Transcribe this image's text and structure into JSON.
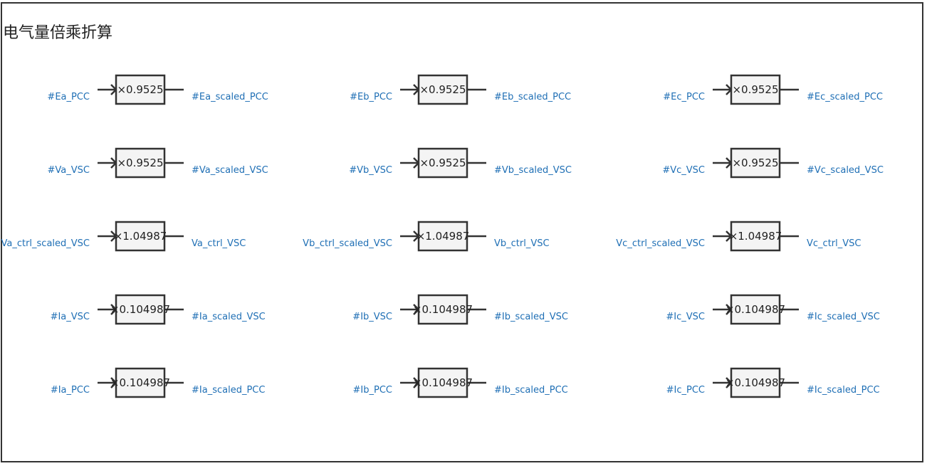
{
  "title": "电气量倍乘折算",
  "colors": {
    "signal": "#1f6fb5",
    "line": "#333333",
    "box_fill": "#f4f4f4"
  },
  "blocks": [
    {
      "input": "#Ea_PCC",
      "gain": "×0.9525",
      "output": "#Ea_scaled_PCC"
    },
    {
      "input": "#Eb_PCC",
      "gain": "×0.9525",
      "output": "#Eb_scaled_PCC"
    },
    {
      "input": "#Ec_PCC",
      "gain": "×0.9525",
      "output": "#Ec_scaled_PCC"
    },
    {
      "input": "#Va_VSC",
      "gain": "×0.9525",
      "output": "#Va_scaled_VSC"
    },
    {
      "input": "#Vb_VSC",
      "gain": "×0.9525",
      "output": "#Vb_scaled_VSC"
    },
    {
      "input": "#Vc_VSC",
      "gain": "×0.9525",
      "output": "#Vc_scaled_VSC"
    },
    {
      "input": "Va_ctrl_scaled_VSC",
      "gain": "×1.04987",
      "output": "Va_ctrl_VSC"
    },
    {
      "input": "Vb_ctrl_scaled_VSC",
      "gain": "×1.04987",
      "output": "Vb_ctrl_VSC"
    },
    {
      "input": "Vc_ctrl_scaled_VSC",
      "gain": "×1.04987",
      "output": "Vc_ctrl_VSC"
    },
    {
      "input": "#Ia_VSC",
      "gain": "×0.104987",
      "output": "#Ia_scaled_VSC"
    },
    {
      "input": "#Ib_VSC",
      "gain": "×0.104987",
      "output": "#Ib_scaled_VSC"
    },
    {
      "input": "#Ic_VSC",
      "gain": "×0.104987",
      "output": "#Ic_scaled_VSC"
    },
    {
      "input": "#Ia_PCC",
      "gain": "×0.104987",
      "output": "#Ia_scaled_PCC"
    },
    {
      "input": "#Ib_PCC",
      "gain": "×0.104987",
      "output": "#Ib_scaled_PCC"
    },
    {
      "input": "#Ic_PCC",
      "gain": "×0.104987",
      "output": "#Ic_scaled_PCC"
    }
  ]
}
